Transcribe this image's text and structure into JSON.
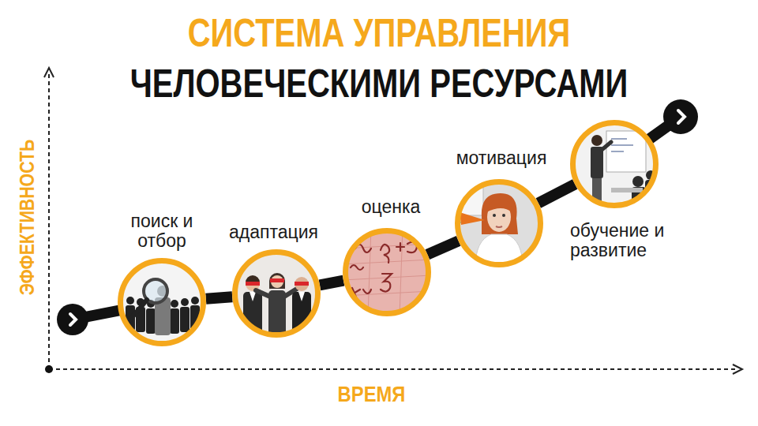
{
  "diagram": {
    "title": "СИСТЕМА УПРАВЛЕНИЯ ЧЕЛОВЕЧЕСКИМИ РЕСУРСАМИ",
    "nodes": [
      {
        "text": [
          "поиск и отбор"
        ]
      },
      {
        "text": [
          "адаптация"
        ]
      },
      {
        "text": [
          "оценка"
        ]
      },
      {
        "text": [
          "мотивация"
        ]
      },
      {
        "text": [
          "обучение и развитие"
        ]
      }
    ],
    "edges": [
      {
        "from": 0,
        "to": 1,
        "arrow": "none"
      },
      {
        "from": 1,
        "to": 2,
        "arrow": "none"
      },
      {
        "from": 2,
        "to": 3,
        "arrow": "none"
      },
      {
        "from": 3,
        "to": 4,
        "arrow": "none"
      }
    ],
    "labels": [
      "ЭФФЕКТИВНОСТЬ",
      "ВРЕМЯ"
    ]
  }
}
